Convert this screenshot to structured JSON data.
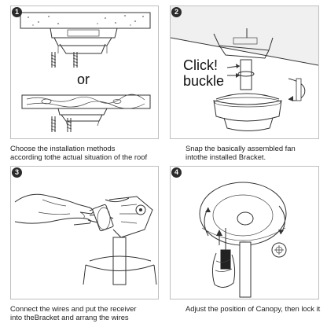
{
  "steps": [
    {
      "number": "1",
      "caption_line1": "Choose the installation methods",
      "caption_line2": "according tothe actual situation of the roof",
      "or_label": "or"
    },
    {
      "number": "2",
      "caption_line1": "Snap the basically assembled fan",
      "caption_line2": "intothe installed Bracket.",
      "callout_line1": "Click!",
      "callout_line2": "buckle"
    },
    {
      "number": "3",
      "caption_line1": "Connect the wires and put the receiver",
      "caption_line2": "into theBracket and arrang the wires"
    },
    {
      "number": "4",
      "caption_line1": "Adjust the position of Canopy, then lock it"
    }
  ]
}
